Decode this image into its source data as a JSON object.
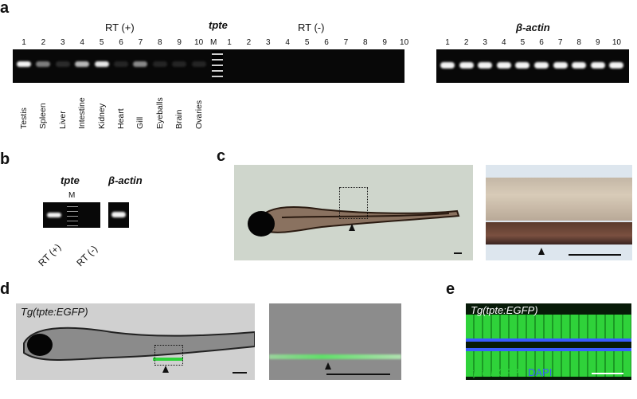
{
  "panels": {
    "a": {
      "label": "a",
      "gene_label": "tpte",
      "rt_plus_label": "RT (+)",
      "rt_minus_label": "RT (-)",
      "marker_label": "M",
      "lanes_plus": [
        "1",
        "2",
        "3",
        "4",
        "5",
        "6",
        "7",
        "8",
        "9",
        "10"
      ],
      "lanes_minus": [
        "1",
        "2",
        "3",
        "4",
        "5",
        "6",
        "7",
        "8",
        "9",
        "10"
      ],
      "tissues": [
        "Testis",
        "Spleen",
        "Liver",
        "Intestine",
        "Kidney",
        "Heart",
        "Gill",
        "Eyeballs",
        "Brain",
        "Ovaries"
      ],
      "tpte_band_intensity": [
        1.0,
        0.5,
        0.15,
        0.75,
        0.95,
        0.12,
        0.55,
        0.12,
        0.12,
        0.12
      ],
      "actin_label": "β-actin",
      "actin_lanes": [
        "1",
        "2",
        "3",
        "4",
        "5",
        "6",
        "7",
        "8",
        "9",
        "10"
      ]
    },
    "b": {
      "label": "b",
      "gene_label": "tpte",
      "marker_label": "M",
      "actin_label": "β-actin",
      "rt_plus_label": "RT (+)",
      "rt_minus_label": "RT (-)"
    },
    "c": {
      "label": "c"
    },
    "d": {
      "label": "d",
      "transgene_label": "Tg(tpte:EGFP)"
    },
    "e": {
      "label": "e",
      "transgene_label": "Tg(tpte:EGFP)",
      "egfp_label": "tpte:EGFP",
      "dapi_label": "DAPI"
    }
  },
  "colors": {
    "gfp": "#2fd23a",
    "dapi": "#3a5cff",
    "gel": "#080808"
  }
}
